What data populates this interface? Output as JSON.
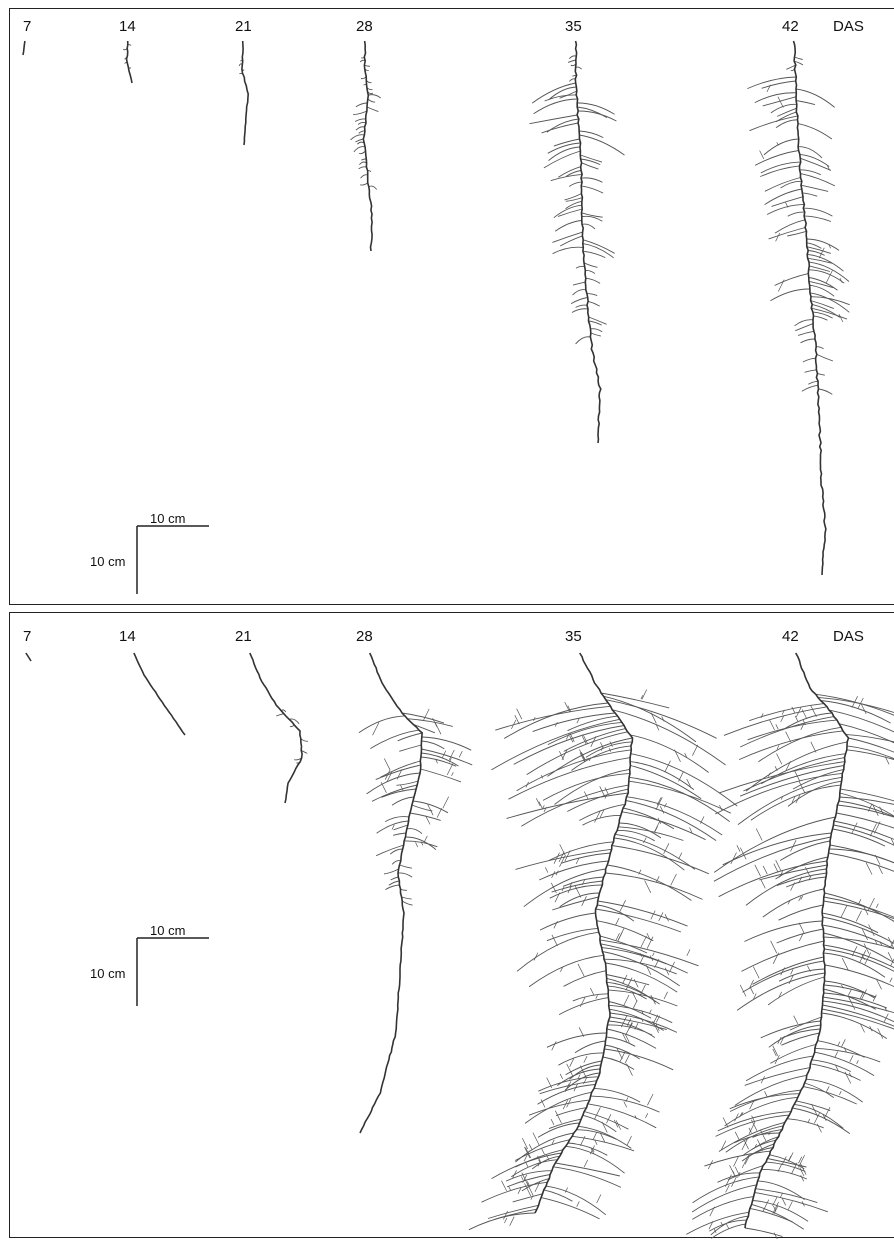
{
  "panels": [
    {
      "id": "top",
      "time_labels": [
        "7",
        "14",
        "21",
        "28",
        "35",
        "42"
      ],
      "unit_label": "DAS",
      "scale_bar": {
        "horizontal_label": "10 cm",
        "vertical_label": "10 cm"
      }
    },
    {
      "id": "bottom",
      "time_labels": [
        "7",
        "14",
        "21",
        "28",
        "35",
        "42"
      ],
      "unit_label": "DAS",
      "scale_bar": {
        "horizontal_label": "10 cm",
        "vertical_label": "10 cm"
      }
    }
  ],
  "colors": {
    "root": "#555555",
    "taproot": "#333333",
    "border": "#222222"
  }
}
